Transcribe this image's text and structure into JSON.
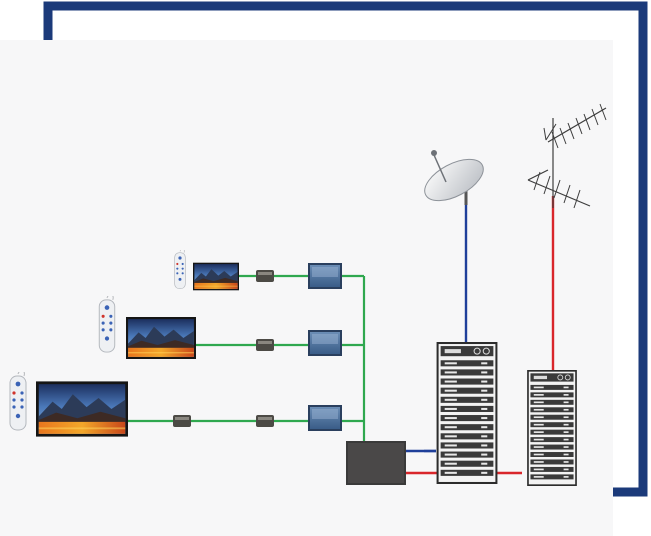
{
  "colors": {
    "frame": "#1b3a7a",
    "panel": "#f7f7f8",
    "cable_green": "#2fa84f",
    "cable_blue": "#1f3f9a",
    "cable_red": "#d9262b",
    "equipment_dark": "#3a3a3a",
    "rack_body": "#f2f2f2"
  },
  "diagram": {
    "nodes": [
      {
        "id": "satellite-dish",
        "icon": "satellite-dish-icon"
      },
      {
        "id": "tv-antenna",
        "icon": "antenna-icon"
      },
      {
        "id": "rack-left",
        "icon": "equipment-rack-icon"
      },
      {
        "id": "rack-right",
        "icon": "equipment-rack-icon"
      },
      {
        "id": "combiner-box",
        "icon": "combiner-box-icon"
      },
      {
        "id": "tv-small",
        "icon": "tv-icon"
      },
      {
        "id": "tv-medium",
        "icon": "tv-icon"
      },
      {
        "id": "tv-large",
        "icon": "tv-icon"
      },
      {
        "id": "remote-small",
        "icon": "remote-control-icon"
      },
      {
        "id": "remote-medium",
        "icon": "remote-control-icon"
      },
      {
        "id": "remote-large",
        "icon": "remote-control-icon"
      },
      {
        "id": "settop-box",
        "icon": "set-top-box-icon"
      },
      {
        "id": "connector",
        "icon": "cable-connector-icon"
      }
    ],
    "links": [
      {
        "from": "satellite-dish",
        "to": "rack-left",
        "cable": "blue"
      },
      {
        "from": "tv-antenna",
        "to": "rack-right",
        "cable": "red"
      },
      {
        "from": "rack-left",
        "to": "combiner-box",
        "cable": "blue"
      },
      {
        "from": "rack-right",
        "to": "combiner-box",
        "cable": "red"
      },
      {
        "from": "combiner-box",
        "to": "tv-small",
        "cable": "green"
      },
      {
        "from": "combiner-box",
        "to": "tv-medium",
        "cable": "green"
      },
      {
        "from": "combiner-box",
        "to": "tv-large",
        "cable": "green"
      }
    ]
  }
}
